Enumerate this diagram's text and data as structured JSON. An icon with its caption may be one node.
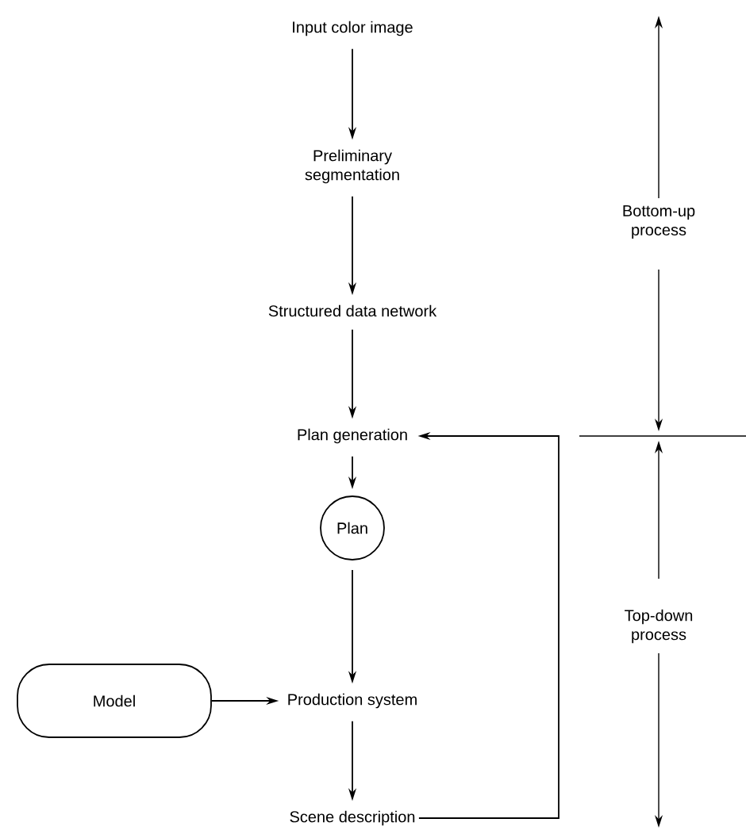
{
  "diagram": {
    "nodes": [
      {
        "text": [
          "Input color image"
        ]
      },
      {
        "text": [
          "Preliminary segmentation"
        ]
      },
      {
        "text": [
          "Structured data network"
        ]
      },
      {
        "text": [
          "Plan generation"
        ]
      },
      {
        "text": [
          "Plan"
        ]
      },
      {
        "text": [
          "Model"
        ]
      },
      {
        "text": [
          "Production system"
        ]
      },
      {
        "text": [
          "Scene description"
        ]
      }
    ],
    "edges": [
      {
        "from": 0,
        "to": 1,
        "arrow": "to"
      },
      {
        "from": 1,
        "to": 2,
        "arrow": "to"
      },
      {
        "from": 2,
        "to": 3,
        "arrow": "to"
      },
      {
        "from": 3,
        "to": 4,
        "arrow": "to"
      },
      {
        "from": 4,
        "to": 6,
        "arrow": "to"
      },
      {
        "from": 5,
        "to": 6,
        "arrow": "to"
      },
      {
        "from": 6,
        "to": 7,
        "arrow": "to"
      },
      {
        "from": 7,
        "to": 3,
        "arrow": "to"
      }
    ],
    "labels": [
      "Bottom-up process",
      "Top-down process"
    ]
  }
}
